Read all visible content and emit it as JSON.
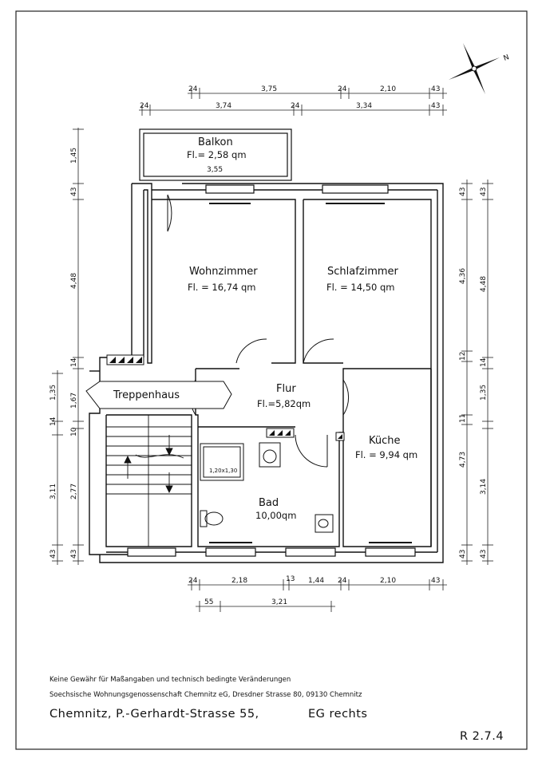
{
  "compass": {
    "north_label": "N"
  },
  "rooms": {
    "balkon": {
      "name": "Balkon",
      "area": "Fl.= 2,58 qm",
      "width": "3,55"
    },
    "wohnzimmer": {
      "name": "Wohnzimmer",
      "area": "Fl. = 16,74 qm"
    },
    "schlafzimmer": {
      "name": "Schlafzimmer",
      "area": "Fl. = 14,50 qm"
    },
    "treppenhaus": {
      "name": "Treppenhaus"
    },
    "flur": {
      "name": "Flur",
      "area": "Fl.=5,82qm"
    },
    "kueche": {
      "name": "Küche",
      "area": "Fl. = 9,94 qm"
    },
    "bad": {
      "name": "Bad",
      "area": "10,00qm"
    },
    "bathtub": {
      "size": "1,20x1,30"
    }
  },
  "dimensions": {
    "top_row1": [
      "24",
      "3,75",
      "24",
      "2,10",
      "43"
    ],
    "top_row2": [
      "24",
      "3,74",
      "24",
      "3,34",
      "43"
    ],
    "bottom_row1": [
      "24",
      "2,18",
      "13",
      "1,44",
      "24",
      "2,10",
      "43"
    ],
    "bottom_row2": [
      "55",
      "3,21"
    ],
    "left_outer": [
      "1,45",
      "43",
      "4,48",
      "14",
      "1,35",
      "14",
      "10",
      "3,11",
      "43"
    ],
    "left_inner": [
      "1,67",
      "2,77",
      "43"
    ],
    "right_inner": [
      "43",
      "4,36",
      "12",
      "11",
      "4,73",
      "43"
    ],
    "right_outer": [
      "43",
      "4,48",
      "14",
      "1,35",
      "3,14",
      "43"
    ]
  },
  "footer": {
    "disclaimer": "Keine Gewähr für Maßangaben und technisch bedingte Veränderungen",
    "company": "Soechsische Wohnungsgenossenschaft Chemnitz eG, Dresdner Strasse 80,  09130 Chemnitz",
    "address": "Chemnitz, P.-Gerhardt-Strasse 55,",
    "unit": "EG rechts",
    "ref": "R  2.7.4"
  }
}
